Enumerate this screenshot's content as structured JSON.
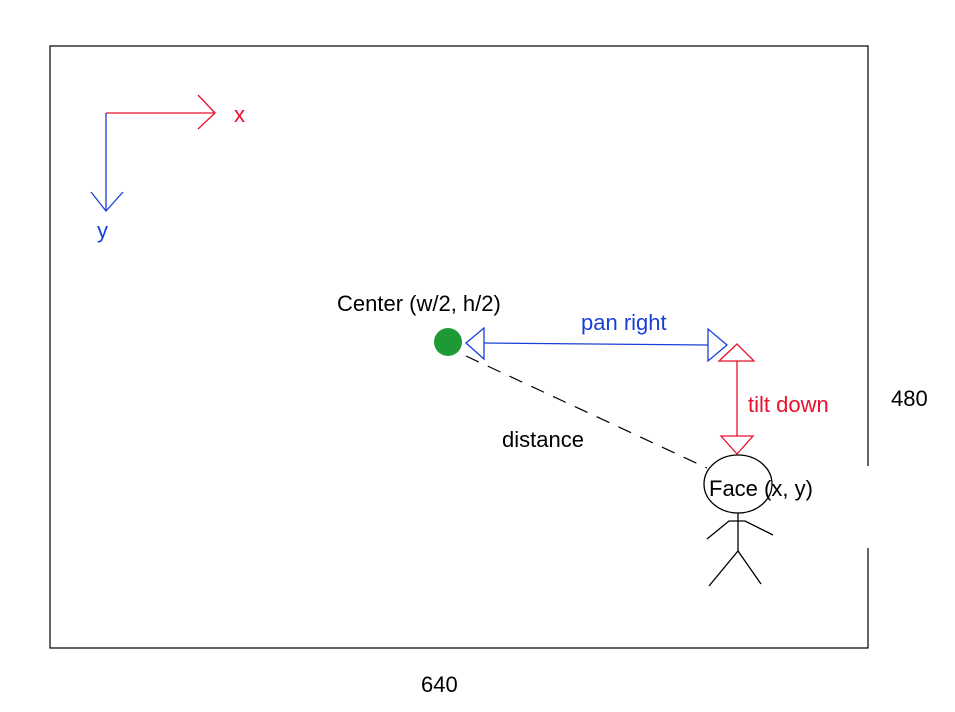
{
  "frame": {
    "width_label": "640",
    "height_label": "480"
  },
  "axes": {
    "x_label": "x",
    "y_label": "y"
  },
  "center": {
    "label": "Center (w/2, h/2)"
  },
  "pan": {
    "label": "pan right"
  },
  "tilt": {
    "label": "tilt down"
  },
  "distance": {
    "label": "distance"
  },
  "face": {
    "label": "Face (x, y)"
  },
  "colors": {
    "red": "#e8102a",
    "blue": "#1a3fd6",
    "green": "#1e9a34",
    "black": "#000000"
  }
}
